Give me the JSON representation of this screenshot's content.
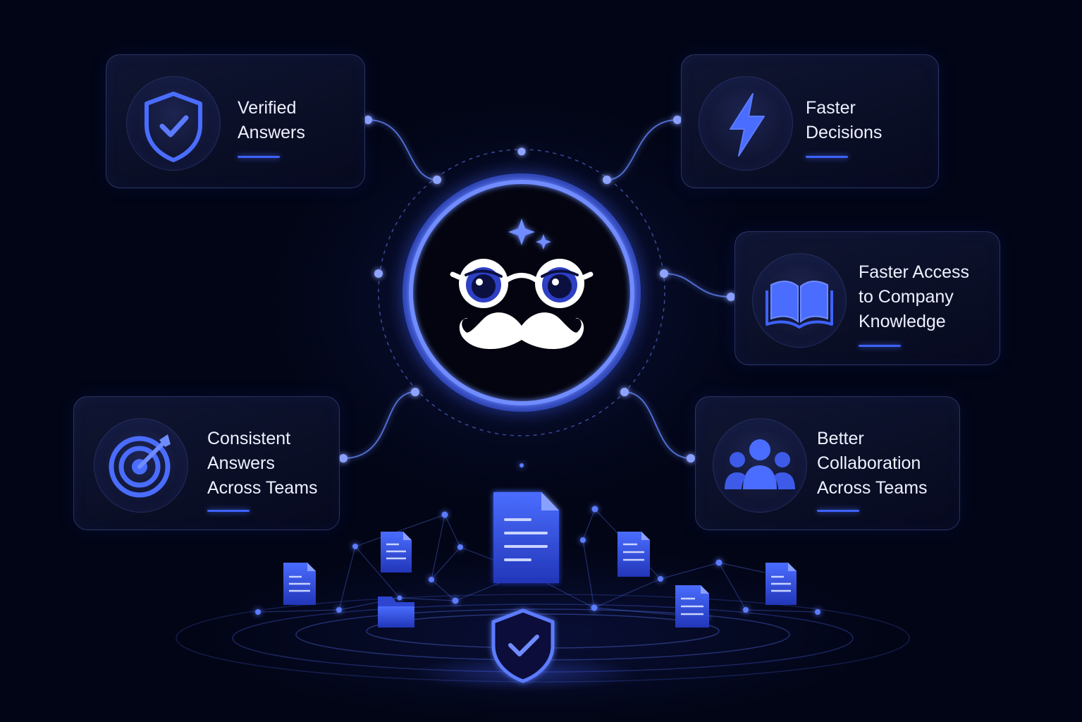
{
  "colors": {
    "background": "#020515",
    "accent": "#3d63ff",
    "glow": "#5b7bff",
    "text": "#eef1ff"
  },
  "center": {
    "icon": "mustache-glasses-mascot-icon",
    "sparkle_icon": "sparkle-icon"
  },
  "cards": [
    {
      "id": "verified-answers",
      "icon": "shield-check-icon",
      "lines": [
        "Verified",
        "Answers"
      ]
    },
    {
      "id": "faster-decisions",
      "icon": "lightning-bolt-icon",
      "lines": [
        "Faster",
        "Decisions"
      ]
    },
    {
      "id": "faster-access",
      "icon": "open-book-icon",
      "lines": [
        "Faster Access",
        "to Company",
        "Knowledge"
      ]
    },
    {
      "id": "consistent-answers",
      "icon": "target-icon",
      "lines": [
        "Consistent",
        "Answers",
        "Across Teams"
      ]
    },
    {
      "id": "better-collaboration",
      "icon": "people-group-icon",
      "lines": [
        "Better",
        "Collaboration",
        "Across Teams"
      ]
    }
  ],
  "knowledge_base": {
    "document_icon": "document-icon",
    "folder_icon": "folder-icon",
    "shield_icon": "shield-check-icon"
  }
}
